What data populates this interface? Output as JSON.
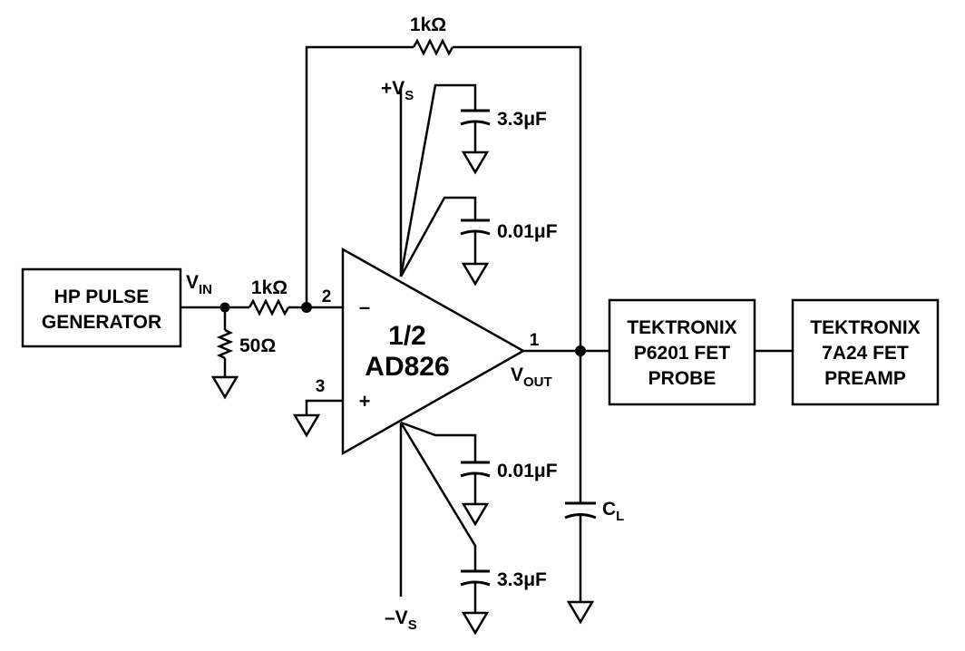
{
  "diagram": {
    "blocks": {
      "pulse_generator": [
        "HP PULSE",
        "GENERATOR"
      ],
      "fet_probe": [
        "TEKTRONIX",
        "P6201 FET",
        "PROBE"
      ],
      "fet_preamp": [
        "TEKTRONIX",
        "7A24 FET",
        "PREAMP"
      ]
    },
    "op_amp": {
      "line1": "1/2",
      "line2": "AD826",
      "inverting_sign": "–",
      "noninverting_sign": "+",
      "pin_inverting": "2",
      "pin_noninverting": "3",
      "pin_output": "1"
    },
    "nets": {
      "vin": {
        "main": "V",
        "sub": "IN"
      },
      "vout": {
        "main": "V",
        "sub": "OUT"
      },
      "vs_pos": {
        "main": "+V",
        "sub": "S"
      },
      "vs_neg": {
        "main": "–V",
        "sub": "S"
      },
      "cl": {
        "main": "C",
        "sub": "L"
      }
    },
    "components": {
      "r_feedback": "1kΩ",
      "r_input": "1kΩ",
      "r_termination": "50Ω",
      "c_pos_bulk": "3.3μF",
      "c_pos_bypass": "0.01μF",
      "c_neg_bypass": "0.01μF",
      "c_neg_bulk": "3.3μF"
    }
  }
}
